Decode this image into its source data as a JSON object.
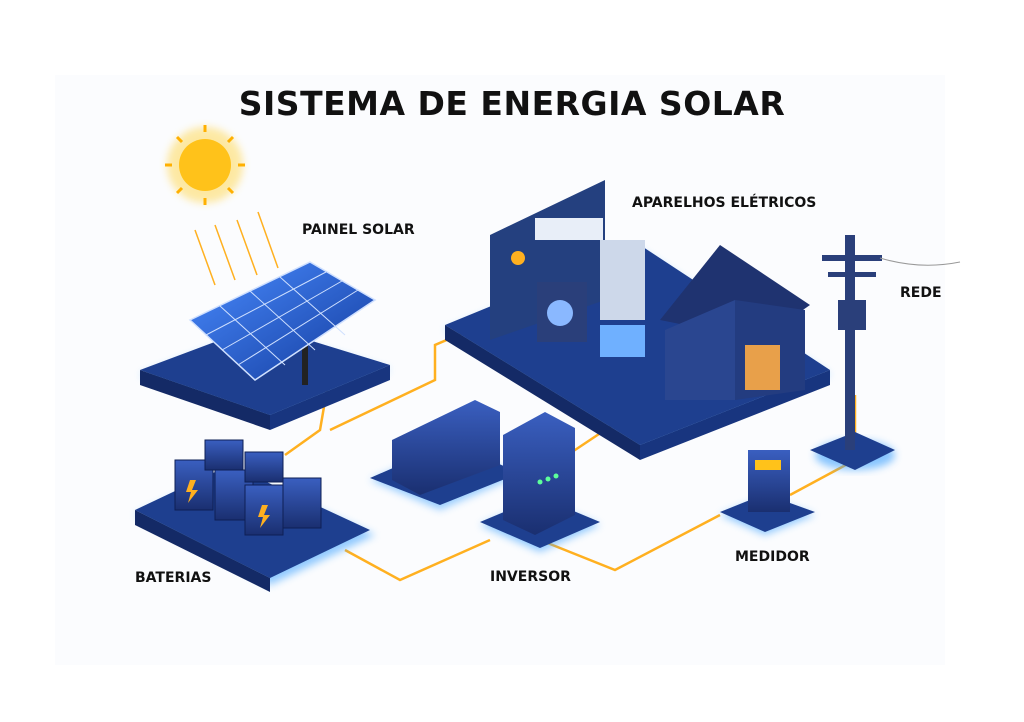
{
  "title": "SISTEMA DE ENERGIA SOLAR",
  "labels": {
    "solar_panel": "PAINEL SOLAR",
    "appliances": "APARELHOS ELÉTRICOS",
    "grid": "REDE",
    "batteries": "BATERIAS",
    "inverter": "INVERSOR",
    "meter": "MEDIDOR"
  },
  "colors": {
    "platform": "#1e3f8f",
    "platform_dark": "#142a66",
    "glow": "#3aa0ff",
    "wire": "#ffb020",
    "sun": "#ffc21a",
    "panel_cell": "#1f5fd6"
  }
}
